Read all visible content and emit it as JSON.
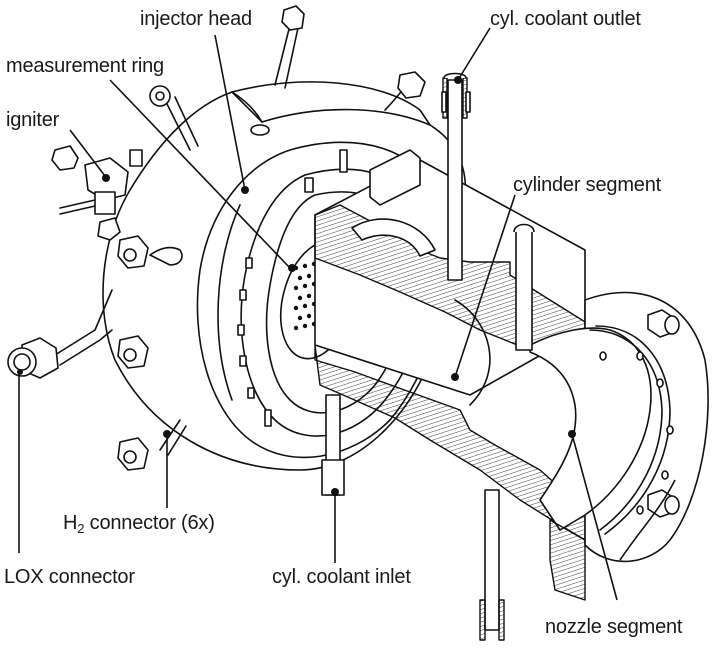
{
  "diagram": {
    "type": "technical-cutaway-drawing",
    "subject": "rocket combustion chamber assembly",
    "colors": {
      "line": "#111111",
      "text": "#1a1a1a",
      "background": "#ffffff"
    },
    "labels": {
      "injector_head": "injector head",
      "measurement_ring": "measurement ring",
      "igniter": "igniter",
      "cyl_coolant_outlet": "cyl. coolant outlet",
      "cylinder_segment": "cylinder segment",
      "h2_connector_prefix": "H",
      "h2_connector_sub": "2",
      "h2_connector_suffix": " connector (6x)",
      "lox_connector": "LOX connector",
      "cyl_coolant_inlet": "cyl. coolant inlet",
      "nozzle_segment": "nozzle segment"
    }
  }
}
